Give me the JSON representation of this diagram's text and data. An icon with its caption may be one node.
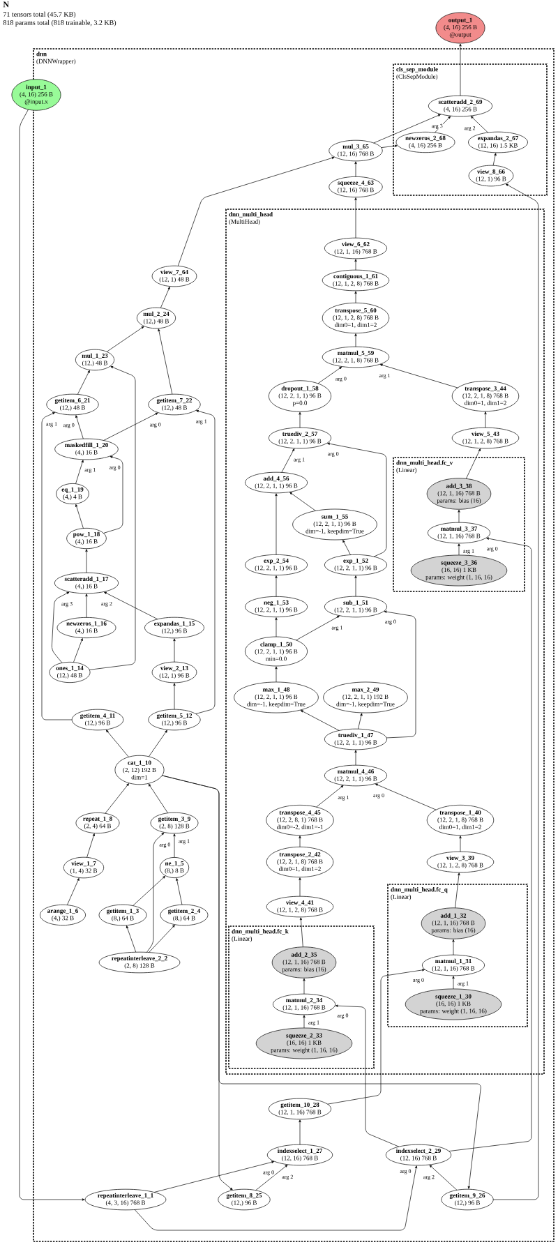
{
  "diagram": {
    "nodes": [
      {
        "text": [
          "output_1",
          "(4, 16) 256 B",
          "@output"
        ]
      },
      {
        "text": [
          "dnn",
          "(DNNWrapper)"
        ]
      },
      {
        "text": [
          "input_1",
          "(4, 16) 256 B",
          "@input.x"
        ]
      },
      {
        "text": [
          "cls_sep_module",
          "(ClsSepModule)"
        ],
        "in": 1
      },
      {
        "text": [
          "scatteradd_2_69",
          "(4, 16) 256 B"
        ],
        "in": 3
      },
      {
        "text": [
          "newzeros_2_68",
          "(4, 16) 256 B"
        ],
        "in": 3
      },
      {
        "text": [
          "expandas_2_67",
          "(12, 16) 1.5 KB"
        ],
        "in": 3
      },
      {
        "text": [
          "mul_3_65",
          "(12, 16) 768 B"
        ],
        "in": 1
      },
      {
        "text": [
          "view_8_66",
          "(12, 1) 96 B"
        ],
        "in": 3
      },
      {
        "text": [
          "squeeze_4_63",
          "(12, 16) 768 B"
        ],
        "in": 1
      },
      {
        "text": [
          "dnn_multi_head",
          "(MultiHead)"
        ],
        "in": 1
      },
      {
        "text": [
          "view_6_62",
          "(12, 1, 16) 768 B"
        ],
        "in": 10
      },
      {
        "text": [
          "contiguous_1_61",
          "(12, 1, 2, 8) 768 B"
        ],
        "in": 10
      },
      {
        "text": [
          "transpose_5_60",
          "(12, 1, 2, 8) 768 B",
          "dim0=1, dim1=2"
        ],
        "in": 10
      },
      {
        "text": [
          "matmul_5_59",
          "(12, 2, 1, 8) 768 B"
        ],
        "in": 10
      },
      {
        "text": [
          "dropout_1_58",
          "(12, 2, 1, 1) 96 B",
          "p=0.0"
        ],
        "in": 10
      },
      {
        "text": [
          "transpose_3_44",
          "(12, 2, 1, 8) 768 B",
          "dim0=1, dim1=2"
        ],
        "in": 10
      },
      {
        "text": [
          "truediv_2_57",
          "(12, 2, 1, 1) 96 B"
        ],
        "in": 10
      },
      {
        "text": [
          "view_5_43",
          "(12, 1, 2, 8) 768 B"
        ],
        "in": 10
      },
      {
        "text": [
          "dnn_multi_head.fc_v",
          "(Linear)"
        ],
        "in": 10
      },
      {
        "text": [
          "add_3_38",
          "(12, 1, 16) 768 B",
          "params: bias (16)"
        ],
        "in": 19
      },
      {
        "text": [
          "add_4_56",
          "(12, 2, 1, 1) 96 B"
        ],
        "in": 10
      },
      {
        "text": [
          "sum_1_55",
          "(12, 2, 1, 1) 96 B",
          "dim=-1, keepdim=True"
        ],
        "in": 10
      },
      {
        "text": [
          "matmul_3_37",
          "(12, 1, 16) 768 B"
        ],
        "in": 19
      },
      {
        "text": [
          "exp_2_54",
          "(12, 2, 1, 1) 96 B"
        ],
        "in": 10
      },
      {
        "text": [
          "exp_1_52",
          "(12, 2, 1, 1) 96 B"
        ],
        "in": 10
      },
      {
        "text": [
          "squeeze_3_36",
          "(16, 16) 1 KB",
          "params: weight (1, 16, 16)"
        ],
        "in": 19
      },
      {
        "text": [
          "neg_1_53",
          "(12, 2, 1, 1) 96 B"
        ],
        "in": 10
      },
      {
        "text": [
          "sub_1_51",
          "(12, 2, 1, 1) 96 B"
        ],
        "in": 10
      },
      {
        "text": [
          "view_7_64",
          "(12, 1) 48 B"
        ],
        "in": 1
      },
      {
        "text": [
          "clamp_1_50",
          "(12, 2, 1, 1) 96 B",
          "min=0.0"
        ],
        "in": 10
      },
      {
        "text": [
          "mul_2_24",
          "(12,) 48 B"
        ],
        "in": 1
      },
      {
        "text": [
          "max_1_48",
          "(12, 2, 1, 1) 96 B",
          "dim=-1, keepdim=True"
        ],
        "in": 10
      },
      {
        "text": [
          "max_2_49",
          "(12, 2, 1, 1) 192 B",
          "dim=-1, keepdim=True"
        ],
        "in": 10
      },
      {
        "text": [
          "mul_1_23",
          "(12,) 48 B"
        ],
        "in": 1
      },
      {
        "text": [
          "truediv_1_47",
          "(12, 2, 1, 1) 96 B"
        ],
        "in": 10
      },
      {
        "text": [
          "getitem_6_21",
          "(12,) 48 B"
        ],
        "in": 1
      },
      {
        "text": [
          "getitem_7_22",
          "(12,) 48 B"
        ],
        "in": 1
      },
      {
        "text": [
          "matmul_4_46",
          "(12, 2, 1, 1) 96 B"
        ],
        "in": 10
      },
      {
        "text": [
          "maskedfill_1_20",
          "(4,) 16 B"
        ],
        "in": 1
      },
      {
        "text": [
          "transpose_4_45",
          "(12, 2, 8, 1) 768 B",
          "dim0=-2, dim1=-1"
        ],
        "in": 10
      },
      {
        "text": [
          "transpose_1_40",
          "(12, 2, 1, 8) 768 B",
          "dim0=1, dim1=2"
        ],
        "in": 10
      },
      {
        "text": [
          "eq_1_19",
          "(4,) 4 B"
        ],
        "in": 1
      },
      {
        "text": [
          "transpose_2_42",
          "(12, 2, 1, 8) 768 B",
          "dim0=1, dim1=2"
        ],
        "in": 10
      },
      {
        "text": [
          "view_3_39",
          "(12, 1, 2, 8) 768 B"
        ],
        "in": 10
      },
      {
        "text": [
          "dnn_multi_head.fc_q",
          "(Linear)"
        ],
        "in": 10
      },
      {
        "text": [
          "pow_1_18",
          "(4,) 16 B"
        ],
        "in": 1
      },
      {
        "text": [
          "add_1_32",
          "(12, 1, 16) 768 B",
          "params: bias (16)"
        ],
        "in": 45
      },
      {
        "text": [
          "view_4_41",
          "(12, 1, 2, 8) 768 B"
        ],
        "in": 10
      },
      {
        "text": [
          "dnn_multi_head.fc_k",
          "(Linear)"
        ],
        "in": 10
      },
      {
        "text": [
          "scatteradd_1_17",
          "(4,) 16 B"
        ],
        "in": 1
      },
      {
        "text": [
          "add_2_35",
          "(12, 1, 16) 768 B",
          "params: bias (16)"
        ],
        "in": 49
      },
      {
        "text": [
          "matmul_1_31",
          "(12, 1, 16) 768 B"
        ],
        "in": 45
      },
      {
        "text": [
          "newzeros_1_16",
          "(4,) 16 B"
        ],
        "in": 1
      },
      {
        "text": [
          "expandas_1_15",
          "(12,) 96 B"
        ],
        "in": 1
      },
      {
        "text": [
          "getitem_10_28",
          "(12, 1, 16) 768 B"
        ],
        "in": 1
      },
      {
        "text": [
          "matmul_2_34",
          "(12, 1, 16) 768 B"
        ],
        "in": 49
      },
      {
        "text": [
          "squeeze_1_30",
          "(16, 16) 1 KB",
          "params: weight (1, 16, 16)"
        ],
        "in": 45
      },
      {
        "text": [
          "ones_1_14",
          "(12,) 48 B"
        ],
        "in": 1
      },
      {
        "text": [
          "view_2_13",
          "(12, 1) 96 B"
        ],
        "in": 1
      },
      {
        "text": [
          "indexselect_1_27",
          "(12, 16) 768 B"
        ],
        "in": 1
      },
      {
        "text": [
          "squeeze_2_33",
          "(16, 16) 1 KB",
          "params: weight (1, 16, 16)"
        ],
        "in": 49
      },
      {
        "text": [
          "indexselect_2_29",
          "(12, 16) 768 B"
        ],
        "in": 1
      },
      {
        "text": [
          "getitem_4_11",
          "(12,) 96 B"
        ],
        "in": 1
      },
      {
        "text": [
          "getitem_5_12",
          "(12,) 96 B"
        ],
        "in": 1
      },
      {
        "text": [
          "repeatinterleave_1_1",
          "(4, 3, 16) 768 B"
        ],
        "in": 1
      },
      {
        "text": [
          "getitem_8_25",
          "(12,) 96 B"
        ],
        "in": 1
      },
      {
        "text": [
          "getitem_9_26",
          "(12,) 96 B"
        ],
        "in": 1
      },
      {
        "text": [
          "cat_1_10",
          "(2, 12) 192 B",
          "dim=1"
        ],
        "in": 1
      },
      {
        "text": [
          "repeat_1_8",
          "(2, 4) 64 B"
        ],
        "in": 1
      },
      {
        "text": [
          "getitem_3_9",
          "(2, 8) 128 B"
        ],
        "in": 1
      },
      {
        "text": [
          "view_1_7",
          "(1, 4) 32 B"
        ],
        "in": 1
      },
      {
        "text": [
          "ne_1_5",
          "(8,) 8 B"
        ],
        "in": 1
      },
      {
        "text": [
          "arange_1_6",
          "(4,) 32 B"
        ],
        "in": 1
      },
      {
        "text": [
          "getitem_1_3",
          "(8,) 64 B"
        ],
        "in": 1
      },
      {
        "text": [
          "getitem_2_4",
          "(8,) 64 B"
        ],
        "in": 1
      },
      {
        "text": [
          "repeatinterleave_2_2",
          "(2, 8) 128 B"
        ],
        "in": 1
      }
    ],
    "edges": [
      {
        "from": 4,
        "to": 0,
        "arrow": "to"
      },
      {
        "from": 5,
        "to": 4,
        "arrow": "to"
      },
      {
        "from": 6,
        "to": 4,
        "arrow": "to",
        "label": "arg 2"
      },
      {
        "from": 7,
        "to": 4,
        "arrow": "to",
        "label": "arg 3"
      },
      {
        "from": 7,
        "to": 5,
        "arrow": "to"
      },
      {
        "from": 8,
        "to": 6,
        "arrow": "to"
      },
      {
        "from": 9,
        "to": 7,
        "arrow": "to"
      },
      {
        "from": 29,
        "to": 7,
        "arrow": "to"
      },
      {
        "from": 11,
        "to": 9,
        "arrow": "to"
      },
      {
        "from": 12,
        "to": 11,
        "arrow": "to"
      },
      {
        "from": 13,
        "to": 12,
        "arrow": "to"
      },
      {
        "from": 14,
        "to": 13,
        "arrow": "to"
      },
      {
        "from": 15,
        "to": 14,
        "arrow": "to",
        "label": "arg 0"
      },
      {
        "from": 16,
        "to": 14,
        "arrow": "to",
        "label": "arg 1"
      },
      {
        "from": 17,
        "to": 15,
        "arrow": "to"
      },
      {
        "from": 18,
        "to": 16,
        "arrow": "to"
      },
      {
        "from": 25,
        "to": 17,
        "arrow": "to",
        "label": "arg 0"
      },
      {
        "from": 21,
        "to": 17,
        "arrow": "to",
        "label": "arg 1"
      },
      {
        "from": 20,
        "to": 18,
        "arrow": "to"
      },
      {
        "from": 23,
        "to": 20,
        "arrow": "to"
      },
      {
        "from": 22,
        "to": 21,
        "arrow": "to"
      },
      {
        "from": 24,
        "to": 21,
        "arrow": "to"
      },
      {
        "from": 25,
        "to": 22,
        "arrow": "to"
      },
      {
        "from": 26,
        "to": 23,
        "arrow": "to",
        "label": "arg 1"
      },
      {
        "from": 62,
        "to": 23,
        "arrow": "to",
        "label": "arg 0"
      },
      {
        "from": 27,
        "to": 24,
        "arrow": "to"
      },
      {
        "from": 28,
        "to": 25,
        "arrow": "to"
      },
      {
        "from": 30,
        "to": 27,
        "arrow": "to"
      },
      {
        "from": 35,
        "to": 28,
        "arrow": "to",
        "label": "arg 0"
      },
      {
        "from": 30,
        "to": 28,
        "arrow": "to",
        "label": "arg 1"
      },
      {
        "from": 31,
        "to": 29,
        "arrow": "to"
      },
      {
        "from": 32,
        "to": 30,
        "arrow": "to"
      },
      {
        "from": 34,
        "to": 31,
        "arrow": "to"
      },
      {
        "from": 37,
        "to": 31,
        "arrow": "to"
      },
      {
        "from": 35,
        "to": 32,
        "arrow": "to"
      },
      {
        "from": 35,
        "to": 33,
        "arrow": "to"
      },
      {
        "from": 36,
        "to": 34,
        "arrow": "to"
      },
      {
        "from": 58,
        "to": 34,
        "arrow": "to"
      },
      {
        "from": 38,
        "to": 35,
        "arrow": "to"
      },
      {
        "from": 39,
        "to": 36,
        "arrow": "to",
        "label": "arg 0"
      },
      {
        "from": 63,
        "to": 36,
        "arrow": "to",
        "label": "arg 1"
      },
      {
        "from": 39,
        "to": 37,
        "arrow": "to",
        "label": "arg 0"
      },
      {
        "from": 64,
        "to": 37,
        "arrow": "to",
        "label": "arg 1"
      },
      {
        "from": 41,
        "to": 38,
        "arrow": "to",
        "label": "arg 0"
      },
      {
        "from": 40,
        "to": 38,
        "arrow": "to",
        "label": "arg 1"
      },
      {
        "from": 46,
        "to": 39,
        "arrow": "to",
        "label": "arg 0"
      },
      {
        "from": 42,
        "to": 39,
        "arrow": "to",
        "label": "arg 1"
      },
      {
        "from": 43,
        "to": 40,
        "arrow": "to"
      },
      {
        "from": 44,
        "to": 41,
        "arrow": "to"
      },
      {
        "from": 46,
        "to": 42,
        "arrow": "to"
      },
      {
        "from": 48,
        "to": 43,
        "arrow": "to"
      },
      {
        "from": 47,
        "to": 44,
        "arrow": "to"
      },
      {
        "from": 50,
        "to": 46,
        "arrow": "to"
      },
      {
        "from": 52,
        "to": 47,
        "arrow": "to"
      },
      {
        "from": 51,
        "to": 48,
        "arrow": "to"
      },
      {
        "from": 53,
        "to": 50,
        "arrow": "to"
      },
      {
        "from": 54,
        "to": 50,
        "arrow": "to",
        "label": "arg 2"
      },
      {
        "from": 58,
        "to": 50,
        "arrow": "to",
        "label": "arg 3"
      },
      {
        "from": 56,
        "to": 51,
        "arrow": "to"
      },
      {
        "from": 55,
        "to": 52,
        "arrow": "to",
        "label": "arg 0"
      },
      {
        "from": 57,
        "to": 52,
        "arrow": "to",
        "label": "arg 1"
      },
      {
        "from": 58,
        "to": 53,
        "arrow": "to"
      },
      {
        "from": 59,
        "to": 54,
        "arrow": "to"
      },
      {
        "from": 60,
        "to": 55,
        "arrow": "to"
      },
      {
        "from": 62,
        "to": 56,
        "arrow": "to",
        "label": "arg 0"
      },
      {
        "from": 61,
        "to": 56,
        "arrow": "to",
        "label": "arg 1"
      },
      {
        "from": 64,
        "to": 59,
        "arrow": "to"
      },
      {
        "from": 65,
        "to": 60,
        "arrow": "to",
        "label": "arg 0"
      },
      {
        "from": 66,
        "to": 60,
        "arrow": "to",
        "label": "arg 2"
      },
      {
        "from": 65,
        "to": 62,
        "arrow": "to",
        "label": "arg 0"
      },
      {
        "from": 67,
        "to": 62,
        "arrow": "to",
        "label": "arg 2"
      },
      {
        "from": 67,
        "to": 8,
        "arrow": "to"
      },
      {
        "from": 68,
        "to": 63,
        "arrow": "to"
      },
      {
        "from": 68,
        "to": 64,
        "arrow": "to"
      },
      {
        "from": 68,
        "to": 66,
        "arrow": "to"
      },
      {
        "from": 68,
        "to": 67,
        "arrow": "to"
      },
      {
        "from": 69,
        "to": 68,
        "arrow": "to"
      },
      {
        "from": 70,
        "to": 68,
        "arrow": "to"
      },
      {
        "from": 71,
        "to": 69,
        "arrow": "to"
      },
      {
        "from": 76,
        "to": 70,
        "arrow": "to",
        "label": "arg 0"
      },
      {
        "from": 72,
        "to": 70,
        "arrow": "to",
        "label": "arg 1"
      },
      {
        "from": 73,
        "to": 71,
        "arrow": "to"
      },
      {
        "from": 74,
        "to": 72,
        "arrow": "to"
      },
      {
        "from": 75,
        "to": 72,
        "arrow": "to"
      },
      {
        "from": 76,
        "to": 74,
        "arrow": "to"
      },
      {
        "from": 76,
        "to": 75,
        "arrow": "to"
      },
      {
        "from": 2,
        "to": 65,
        "arrow": "to"
      }
    ],
    "labels": [
      "N",
      "71 tensors total (45.7 KB)",
      "818 params total (818 trainable, 3.2 KB)"
    ]
  }
}
